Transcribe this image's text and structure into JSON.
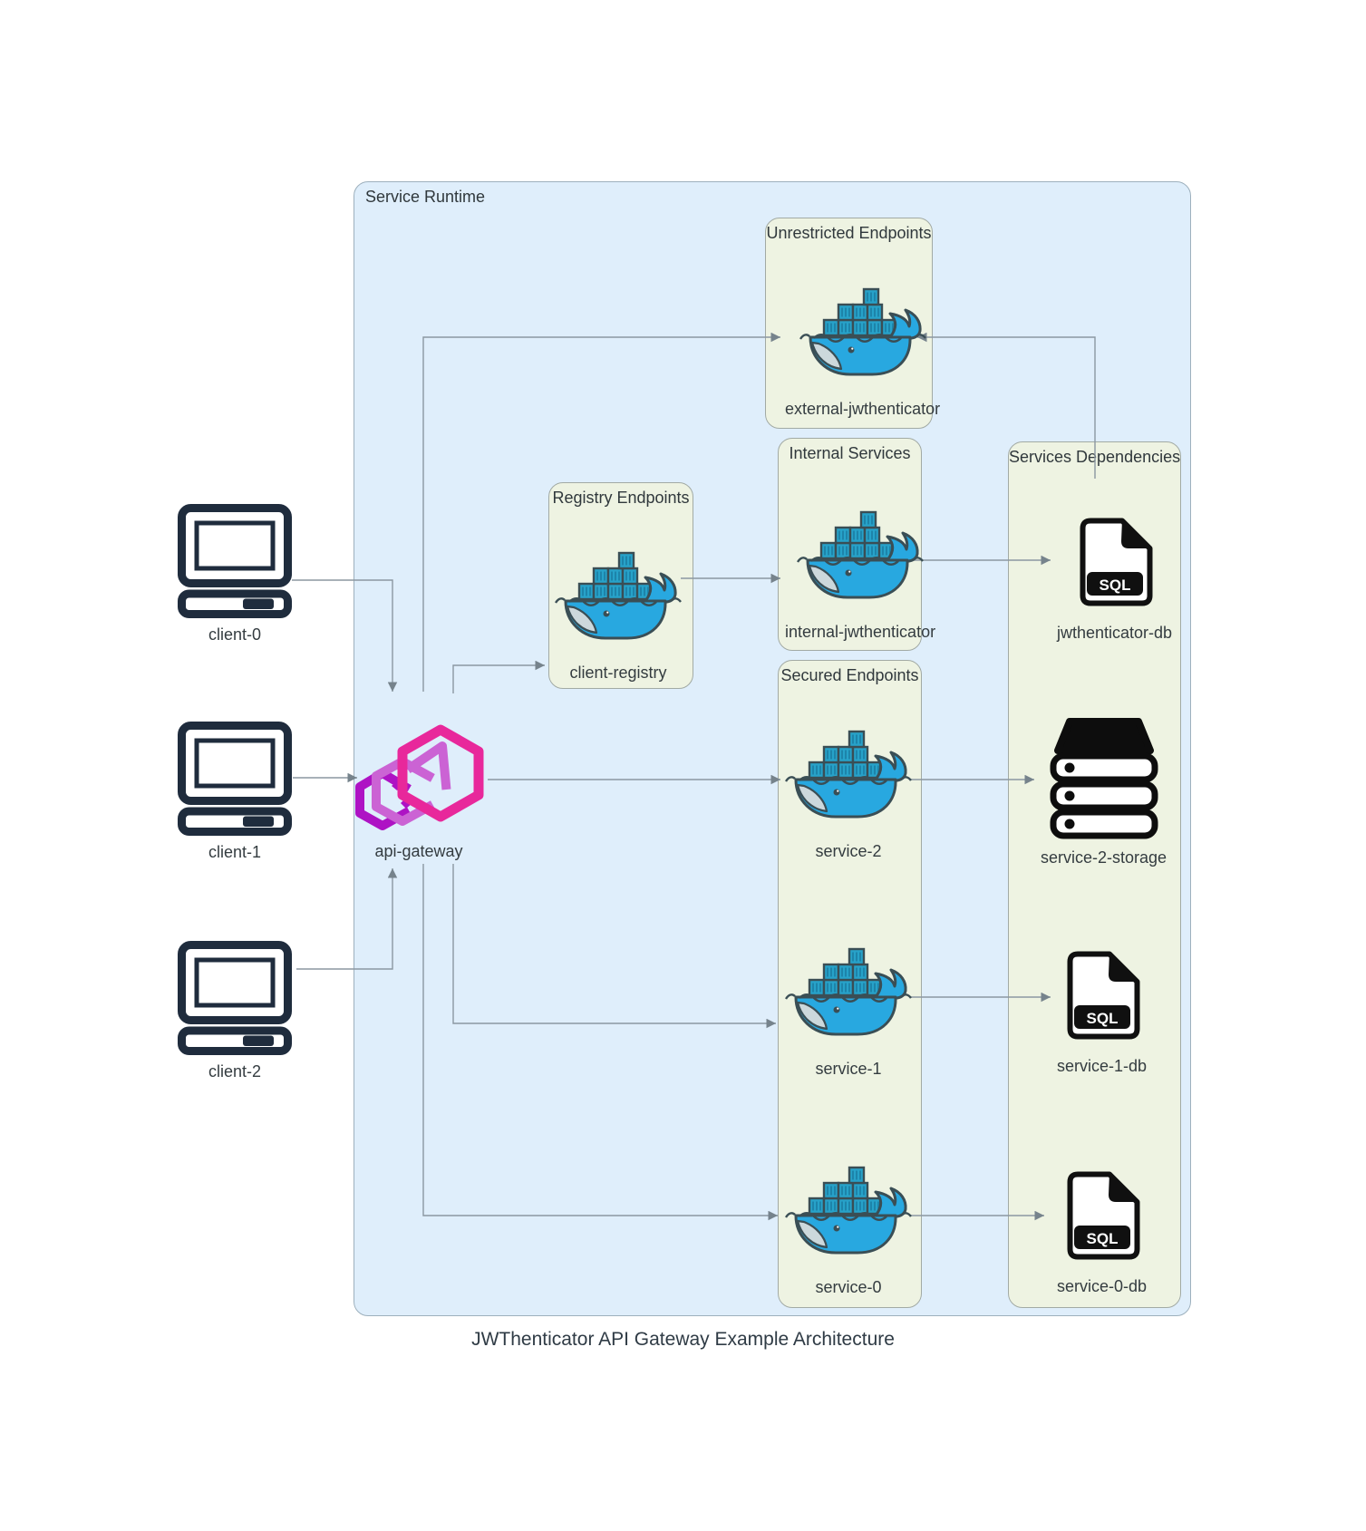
{
  "title": "JWThenticator API Gateway Example Architecture",
  "groups": {
    "service_runtime": {
      "label": "Service Runtime"
    },
    "unrestricted_endpoints": {
      "label": "Unrestricted Endpoints"
    },
    "registry_endpoints": {
      "label": "Registry Endpoints"
    },
    "internal_services": {
      "label": "Internal Services"
    },
    "secured_endpoints": {
      "label": "Secured Endpoints"
    },
    "services_dependencies": {
      "label": "Services Dependencies"
    }
  },
  "nodes": {
    "client_0": {
      "label": "client-0",
      "icon": "computer-icon"
    },
    "client_1": {
      "label": "client-1",
      "icon": "computer-icon"
    },
    "client_2": {
      "label": "client-2",
      "icon": "computer-icon"
    },
    "api_gateway": {
      "label": "api-gateway",
      "icon": "api-gateway-hexagons-icon"
    },
    "external_jwthenticator": {
      "label": "external-jwthenticator",
      "icon": "docker-whale-icon"
    },
    "client_registry": {
      "label": "client-registry",
      "icon": "docker-whale-icon"
    },
    "internal_jwthenticator": {
      "label": "internal-jwthenticator",
      "icon": "docker-whale-icon"
    },
    "service_2": {
      "label": "service-2",
      "icon": "docker-whale-icon"
    },
    "service_1": {
      "label": "service-1",
      "icon": "docker-whale-icon"
    },
    "service_0": {
      "label": "service-0",
      "icon": "docker-whale-icon"
    },
    "jwthenticator_db": {
      "label": "jwthenticator-db",
      "icon": "sql-file-icon",
      "badge": "SQL"
    },
    "service_2_storage": {
      "label": "service-2-storage",
      "icon": "storage-stack-icon"
    },
    "service_1_db": {
      "label": "service-1-db",
      "icon": "sql-file-icon",
      "badge": "SQL"
    },
    "service_0_db": {
      "label": "service-0-db",
      "icon": "sql-file-icon",
      "badge": "SQL"
    }
  },
  "edges": [
    {
      "from": "client-0",
      "to": "api-gateway"
    },
    {
      "from": "client-1",
      "to": "api-gateway"
    },
    {
      "from": "client-2",
      "to": "api-gateway"
    },
    {
      "from": "api-gateway",
      "to": "external-jwthenticator"
    },
    {
      "from": "api-gateway",
      "to": "client-registry"
    },
    {
      "from": "client-registry",
      "to": "internal-jwthenticator"
    },
    {
      "from": "internal-jwthenticator",
      "to": "jwthenticator-db"
    },
    {
      "from": "jwthenticator-db",
      "to": "external-jwthenticator"
    },
    {
      "from": "api-gateway",
      "to": "service-2"
    },
    {
      "from": "api-gateway",
      "to": "service-1"
    },
    {
      "from": "api-gateway",
      "to": "service-0"
    },
    {
      "from": "service-2",
      "to": "service-2-storage"
    },
    {
      "from": "service-1",
      "to": "service-1-db"
    },
    {
      "from": "service-0",
      "to": "service-0-db"
    }
  ],
  "colors": {
    "runtime_fill": "#dfeefb",
    "group_fill": "#eef3e2",
    "docker_blue": "#28a8e0",
    "gateway_pink": "#e8289b",
    "gateway_purple": "#ae13c4",
    "gateway_orchid": "#cb63d4",
    "client_dark": "#1f2c3d",
    "line_gray": "#8b97a1",
    "icon_black": "#101010"
  }
}
